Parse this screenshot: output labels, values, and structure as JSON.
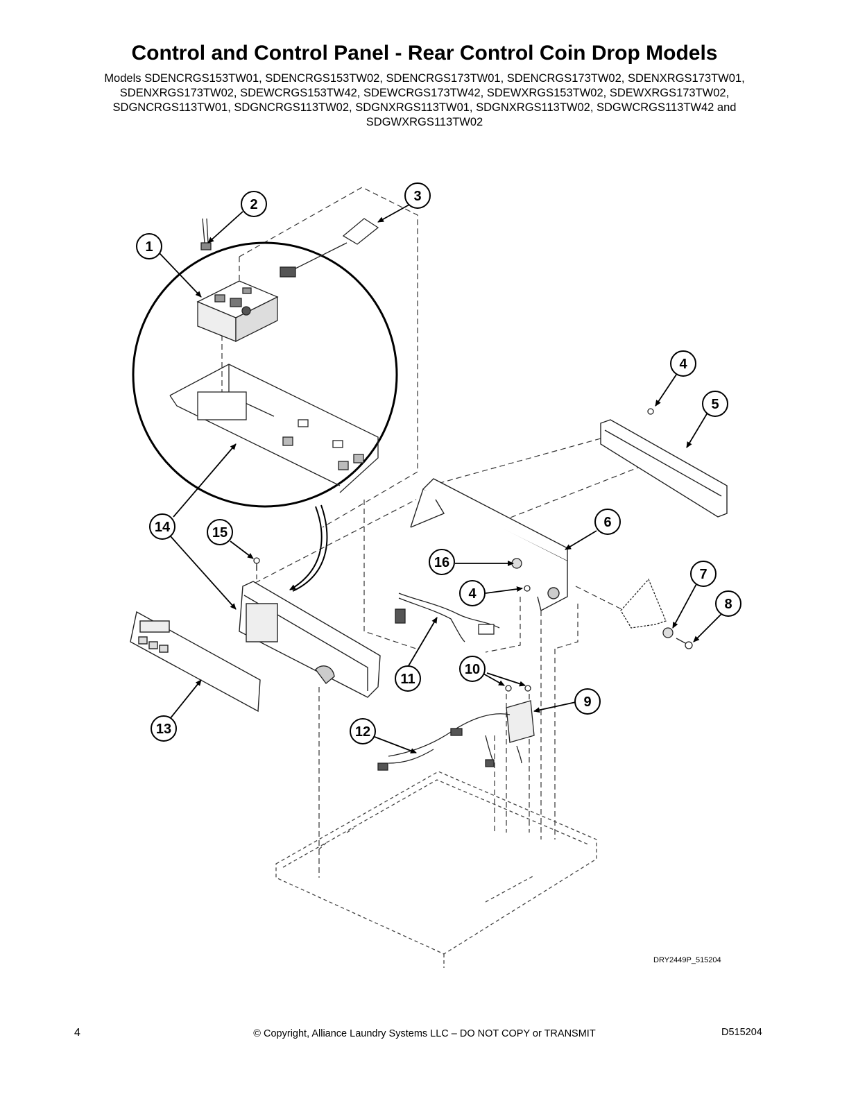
{
  "header": {
    "title": "Control and Control Panel - Rear Control Coin Drop Models",
    "models_text": "Models SDENCRGS153TW01, SDENCRGS153TW02, SDENCRGS173TW01, SDENCRGS173TW02, SDENXRGS173TW01, SDENXRGS173TW02, SDEWCRGS153TW42, SDEWCRGS173TW42, SDEWXRGS153TW02, SDEWXRGS173TW02, SDGNCRGS113TW01, SDGNCRGS113TW02, SDGNXRGS113TW01, SDGNXRGS113TW02, SDGWCRGS113TW42 and SDGWXRGS113TW02"
  },
  "diagram": {
    "callouts": [
      {
        "id": "callout-1",
        "label": "1"
      },
      {
        "id": "callout-2",
        "label": "2"
      },
      {
        "id": "callout-3",
        "label": "3"
      },
      {
        "id": "callout-4a",
        "label": "4"
      },
      {
        "id": "callout-5",
        "label": "5"
      },
      {
        "id": "callout-6",
        "label": "6"
      },
      {
        "id": "callout-7",
        "label": "7"
      },
      {
        "id": "callout-8",
        "label": "8"
      },
      {
        "id": "callout-9",
        "label": "9"
      },
      {
        "id": "callout-10",
        "label": "10"
      },
      {
        "id": "callout-11",
        "label": "11"
      },
      {
        "id": "callout-12",
        "label": "12"
      },
      {
        "id": "callout-13",
        "label": "13"
      },
      {
        "id": "callout-14",
        "label": "14"
      },
      {
        "id": "callout-15",
        "label": "15"
      },
      {
        "id": "callout-16",
        "label": "16"
      },
      {
        "id": "callout-4b",
        "label": "4"
      }
    ],
    "drawing_id": "DRY2449P_515204"
  },
  "footer": {
    "page_number": "4",
    "copyright": "© Copyright, Alliance Laundry Systems LLC – DO NOT COPY or TRANSMIT",
    "doc_code": "D515204"
  }
}
